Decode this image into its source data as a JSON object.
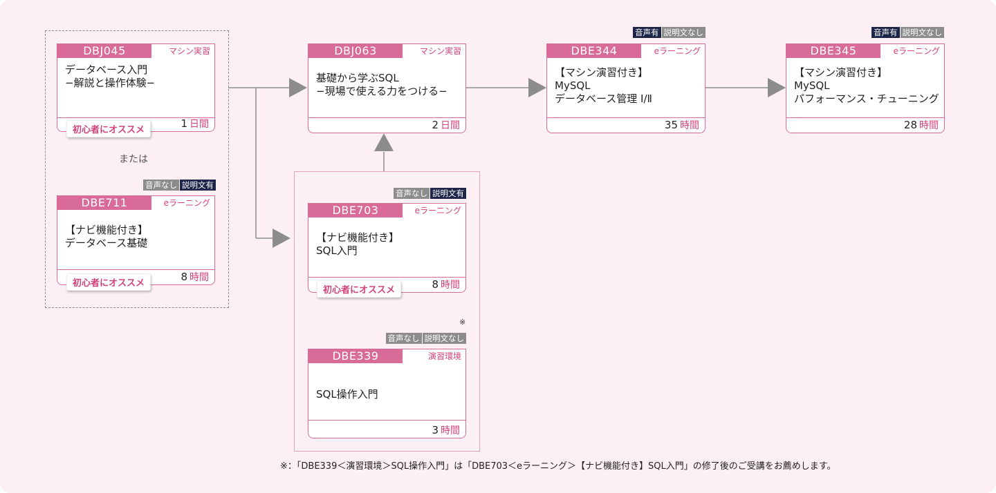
{
  "or_label": "または",
  "note_mark": "※",
  "footnote": "※：「DBE339＜演習環境＞SQL操作入門」は「DBE703＜eラーニング＞【ナビ機能付き】SQL入門」の修了後のご受講をお薦めします。",
  "courses": {
    "dbj045": {
      "code": "DBJ045",
      "type": "マシン実習",
      "title": "データベース入門\n−解説と操作体験−",
      "duration_value": "1",
      "duration_unit": "日間",
      "badge": "初心者にオススメ"
    },
    "dbe711": {
      "code": "DBE711",
      "type": "eラーニング",
      "title": "【ナビ機能付き】\nデータベース基礎",
      "duration_value": "8",
      "duration_unit": "時間",
      "badge": "初心者にオススメ",
      "tag_audio": "音声なし",
      "tag_expl": "説明文有"
    },
    "dbj063": {
      "code": "DBJ063",
      "type": "マシン実習",
      "title": "基礎から学ぶSQL\n−現場で使える力をつける−",
      "duration_value": "2",
      "duration_unit": "日間"
    },
    "dbe703": {
      "code": "DBE703",
      "type": "eラーニング",
      "title": "【ナビ機能付き】\nSQL入門",
      "duration_value": "8",
      "duration_unit": "時間",
      "badge": "初心者にオススメ",
      "tag_audio": "音声なし",
      "tag_expl": "説明文有"
    },
    "dbe339": {
      "code": "DBE339",
      "type": "演習環境",
      "title": "SQL操作入門",
      "duration_value": "3",
      "duration_unit": "時間",
      "tag_audio": "音声なし",
      "tag_expl": "説明文なし"
    },
    "dbe344": {
      "code": "DBE344",
      "type": "eラーニング",
      "title": "【マシン演習付き】\nMySQL\nデータベース管理 Ⅰ/Ⅱ",
      "duration_value": "35",
      "duration_unit": "時間",
      "tag_audio": "音声有",
      "tag_expl": "説明文なし"
    },
    "dbe345": {
      "code": "DBE345",
      "type": "eラーニング",
      "title": "【マシン演習付き】\nMySQL\nパフォーマンス・チューニング",
      "duration_value": "28",
      "duration_unit": "時間",
      "tag_audio": "音声有",
      "tag_expl": "説明文なし"
    }
  },
  "colors": {
    "accent": "#d96b99",
    "accent_text": "#d0437a",
    "background": "#fcf0f4",
    "arrow": "#8c8c8c",
    "tag_dark": "#1d2549",
    "tag_gray": "#8c8c8c"
  }
}
